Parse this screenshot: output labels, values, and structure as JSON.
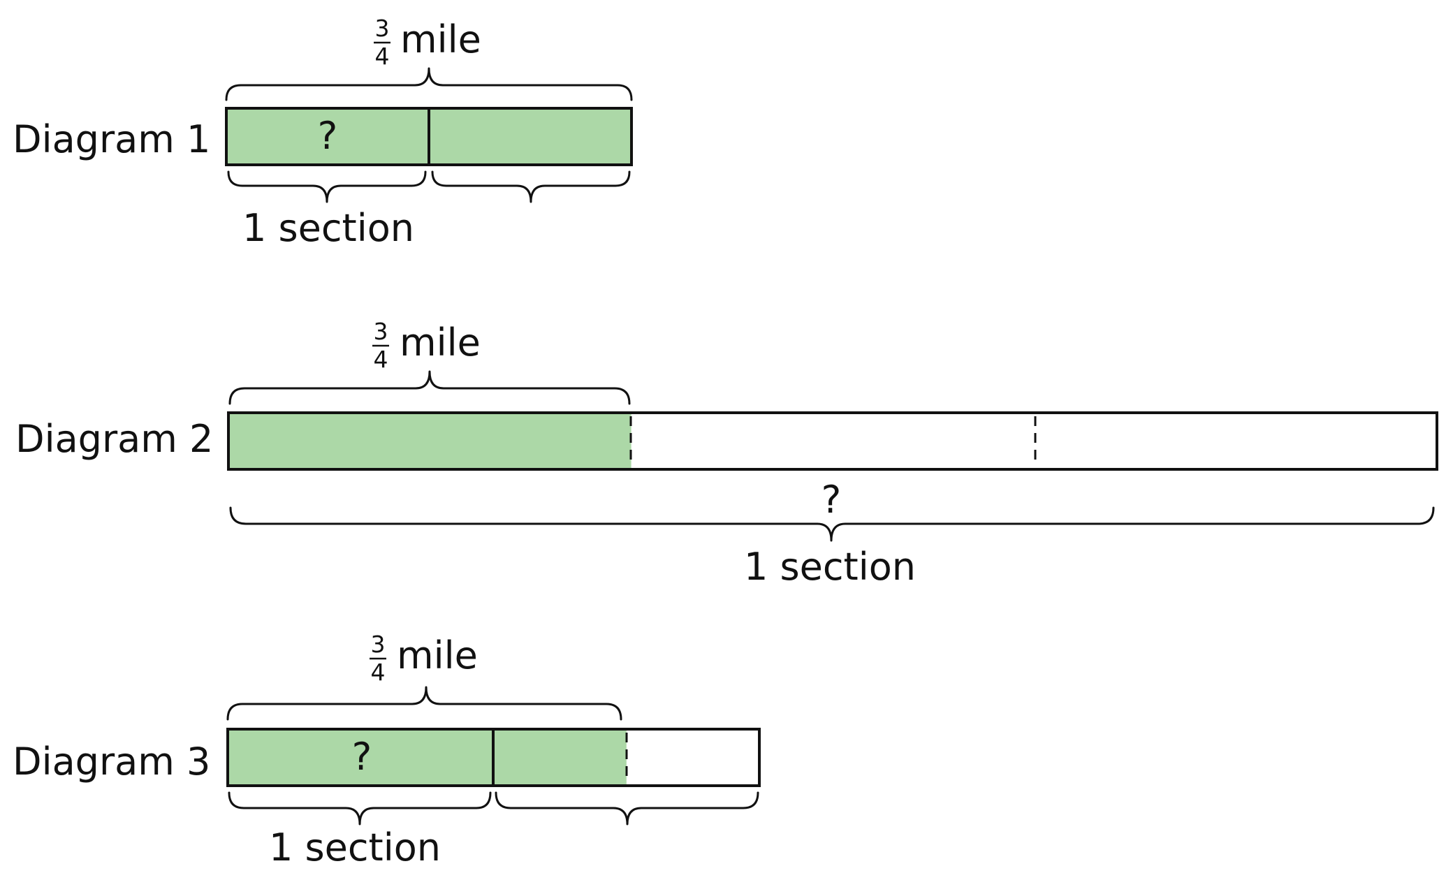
{
  "colors": {
    "shaded": "#acd8a7",
    "unshaded": "#ffffff",
    "ink": "#111111"
  },
  "diagrams": [
    {
      "label": "Diagram 1",
      "top_caption": {
        "numerator": "3",
        "denominator": "4",
        "unit": "mile"
      },
      "shaded_fraction": 1.0,
      "solid_divisions": [
        0.5
      ],
      "dashed_divisions": [],
      "unknown_mark": "?",
      "bottom_caption": "1 section"
    },
    {
      "label": "Diagram 2",
      "top_caption": {
        "numerator": "3",
        "denominator": "4",
        "unit": "mile"
      },
      "shaded_fraction": 0.3333,
      "solid_divisions": [],
      "dashed_divisions": [
        0.3333,
        0.6667
      ],
      "unknown_mark": "?",
      "bottom_caption": "1 section"
    },
    {
      "label": "Diagram 3",
      "top_caption": {
        "numerator": "3",
        "denominator": "4",
        "unit": "mile"
      },
      "shaded_fraction": 0.75,
      "solid_divisions": [
        0.5
      ],
      "dashed_divisions": [
        0.75
      ],
      "unknown_mark": "?",
      "bottom_caption": "1 section"
    }
  ]
}
